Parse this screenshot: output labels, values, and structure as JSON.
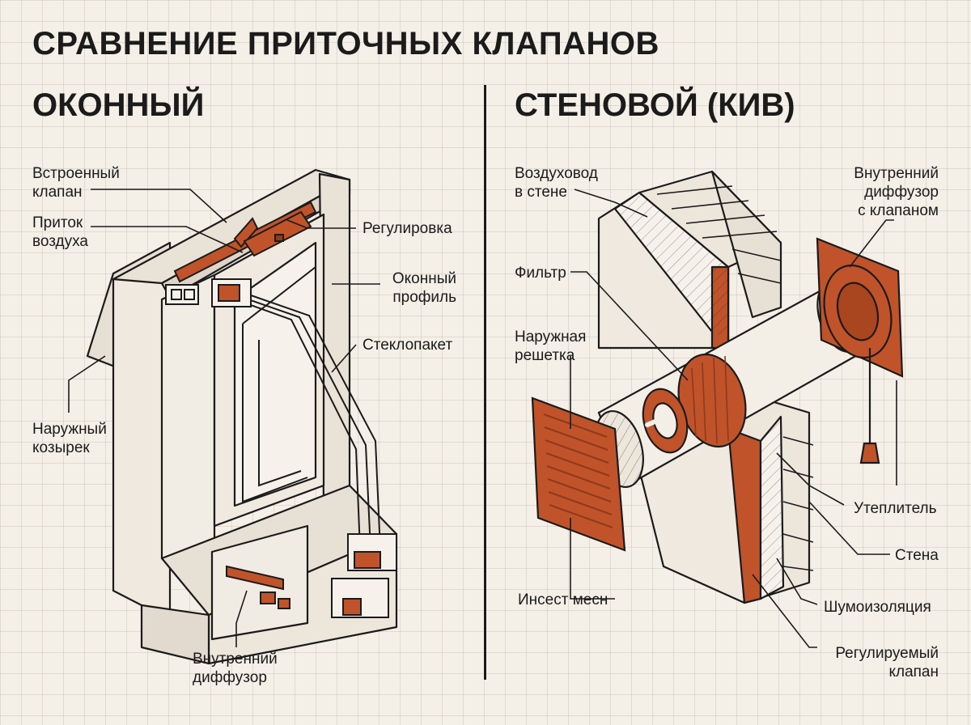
{
  "title": "СРАВНЕНИЕ ПРИТОЧНЫХ КЛАПАНОВ",
  "left": {
    "heading": "ОКОННЫЙ",
    "labels": {
      "builtin_valve": "Встроенный\nклапан",
      "air_inflow": "Приток\nвоздуха",
      "adjustment": "Регулировка",
      "window_profile": "Оконный\nпрофиль",
      "glazing_unit": "Стеклопакет",
      "outer_visor": "Наружный\nкозырек",
      "inner_diffuser": "Внутренний\nдиффузор"
    }
  },
  "right": {
    "heading": "СТЕНОВОЙ (КИВ)",
    "labels": {
      "wall_duct": "Воздуховод\nв стене",
      "inner_diffuser_valve": "Внутренний\nдиффузор\nс клапаном",
      "filter": "Фильтр",
      "outer_grille": "Наружная\nрешетка",
      "insulation": "Утеплитель",
      "wall": "Стена",
      "insect_mesh": "Инсест месн",
      "soundproofing": "Шумоизоляция",
      "adjustable_valve": "Регулируемый\nклапан"
    }
  },
  "colors": {
    "accent": "#c0532a",
    "accent_dark": "#8e3a1c",
    "line": "#1b1b1b",
    "paper": "#f4f0e8"
  }
}
